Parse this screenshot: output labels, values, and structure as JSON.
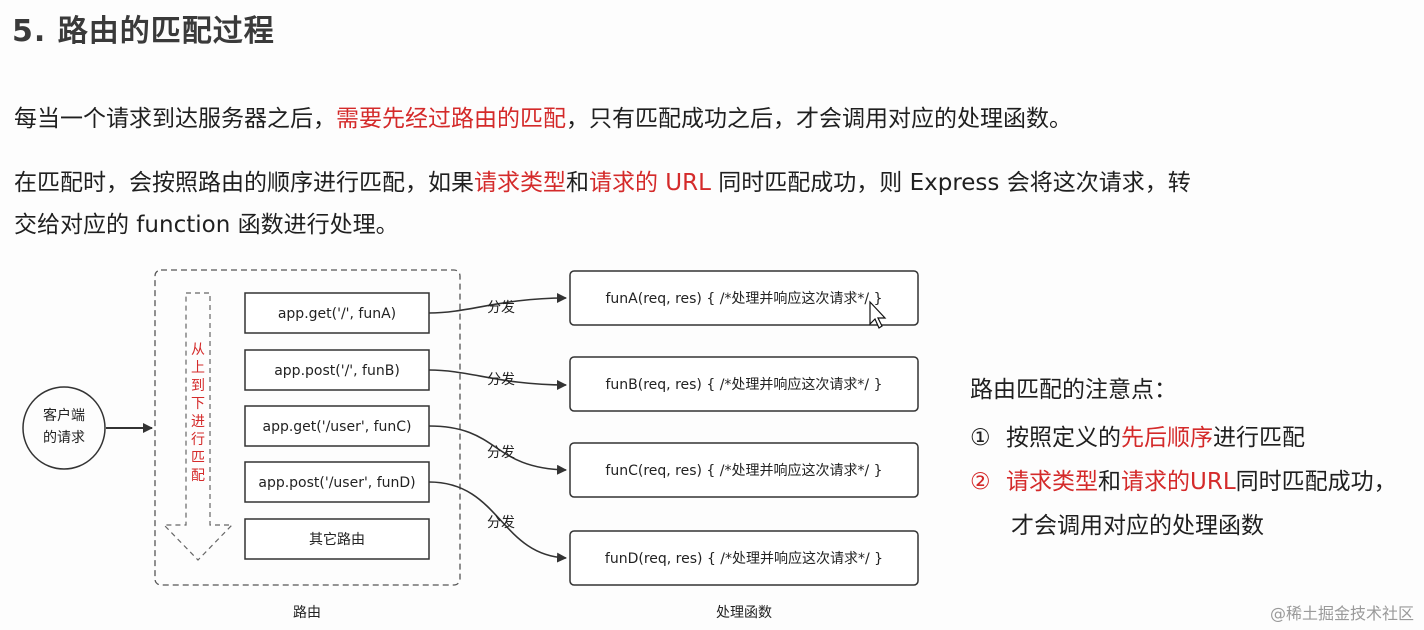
{
  "section_title": "5. 路由的匹配过程",
  "paragraph1": {
    "part1": "每当一个请求到达服务器之后，",
    "highlight": "需要先经过路由的匹配",
    "part2": "，只有匹配成功之后，才会调用对应的处理函数。"
  },
  "paragraph2": {
    "part1": "在匹配时，会按照路由的顺序进行匹配，如果",
    "highlight1": "请求类型",
    "and": "和",
    "highlight2": "请求的 URL",
    "part2": " 同时匹配成功，则 Express 会将这次请求，转",
    "line2": "交给对应的 function 函数进行处理。"
  },
  "diagram": {
    "client": [
      "客户端",
      "的请求"
    ],
    "order_label": [
      "从",
      "上",
      "到",
      "下",
      "进",
      "行",
      "匹",
      "配"
    ],
    "routes": [
      "app.get('/', funA)",
      "app.post('/', funB)",
      "app.get('/user', funC)",
      "app.post('/user', funD)",
      "其它路由"
    ],
    "dispatch_label": "分发",
    "handlers": [
      "funA(req, res) { /*处理并响应这次请求*/ }",
      "funB(req, res) { /*处理并响应这次请求*/ }",
      "funC(req, res) { /*处理并响应这次请求*/ }",
      "funD(req, res) { /*处理并响应这次请求*/ }"
    ],
    "routes_caption": "路由",
    "handlers_caption": "处理函数"
  },
  "notes": {
    "title": "路由匹配的注意点：",
    "item1": {
      "num": "①",
      "part1": "按照定义的",
      "highlight": "先后顺序",
      "part2": "进行匹配"
    },
    "item2": {
      "num": "②",
      "highlight1": "请求类型",
      "and": "和",
      "highlight2": "请求的URL",
      "part2": "同时匹配成功，",
      "line2": "才会调用对应的处理函数"
    }
  },
  "watermark": "@稀土掘金技术社区",
  "colors": {
    "accent_red": "#d42a2a",
    "text": "#1f1f1f",
    "border": "#333333"
  }
}
